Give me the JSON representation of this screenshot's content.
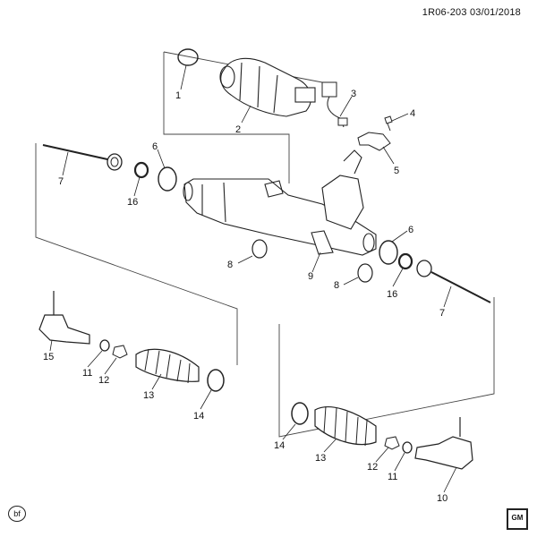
{
  "header": {
    "code": "1R06-203",
    "date": "03/01/2018"
  },
  "footer": {
    "left_mark": "bf",
    "right_logo": "GM"
  },
  "callouts": [
    {
      "id": "c1",
      "number": "1"
    },
    {
      "id": "c2",
      "number": "2"
    },
    {
      "id": "c3",
      "number": "3"
    },
    {
      "id": "c4",
      "number": "4"
    },
    {
      "id": "c5",
      "number": "5"
    },
    {
      "id": "c6a",
      "number": "6"
    },
    {
      "id": "c6b",
      "number": "6"
    },
    {
      "id": "c7a",
      "number": "7"
    },
    {
      "id": "c7b",
      "number": "7"
    },
    {
      "id": "c8a",
      "number": "8"
    },
    {
      "id": "c8b",
      "number": "8"
    },
    {
      "id": "c9",
      "number": "9"
    },
    {
      "id": "c10",
      "number": "10"
    },
    {
      "id": "c11a",
      "number": "11"
    },
    {
      "id": "c11b",
      "number": "11"
    },
    {
      "id": "c12a",
      "number": "12"
    },
    {
      "id": "c12b",
      "number": "12"
    },
    {
      "id": "c13a",
      "number": "13"
    },
    {
      "id": "c13b",
      "number": "13"
    },
    {
      "id": "c14a",
      "number": "14"
    },
    {
      "id": "c14b",
      "number": "14"
    },
    {
      "id": "c15",
      "number": "15"
    },
    {
      "id": "c16a",
      "number": "16"
    },
    {
      "id": "c16b",
      "number": "16"
    }
  ]
}
